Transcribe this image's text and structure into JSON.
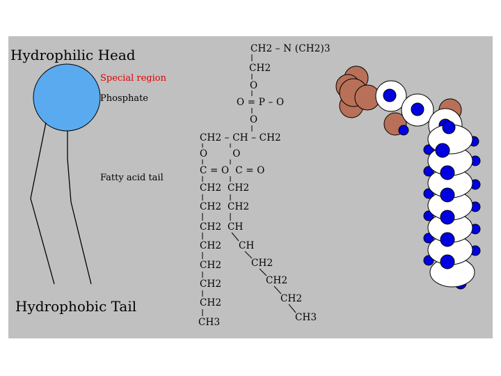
{
  "labels": {
    "head": "Hydrophilic Head",
    "special": "Special region",
    "phosphate": "Phosphate",
    "fatty": "Fatty acid tail",
    "tail": "Hydrophobic Tail"
  },
  "molecule": {
    "choline": "CH2 – N (CH2)3",
    "ch2_top": "CH2",
    "o1": "O",
    "phos": "O = P – O",
    "o2": "O",
    "glycerol": "CH2 – CH – CH2",
    "ester_o": "O        O",
    "carbonyl": "C = O  C = O",
    "chainA": [
      "CH2",
      "CH2",
      "CH2",
      "CH2",
      "CH2",
      "CH2",
      "CH2",
      "CH3"
    ],
    "chainB_straight": [
      "CH2",
      "CH2",
      "CH"
    ],
    "chainB_bent": [
      "CH",
      "CH2",
      "CH2",
      "CH2",
      "CH3"
    ]
  },
  "colors": {
    "panel": "#c0c0c0",
    "head_circle": "#5aaaf0",
    "special_text": "#e00000",
    "atom_brown": "#b87058",
    "atom_blue": "#0000e0",
    "atom_white": "#ffffff"
  }
}
